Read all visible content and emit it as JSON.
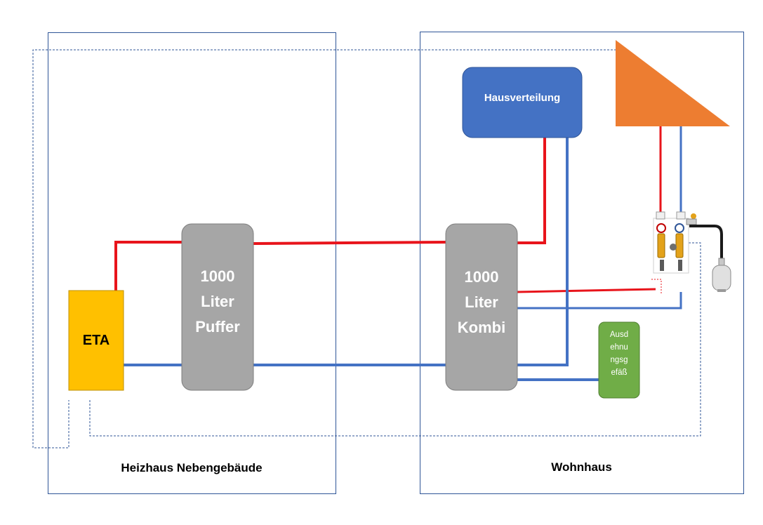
{
  "colors": {
    "hot_line": "#e8141b",
    "cold_line": "#4472c4",
    "building_border": "#2f5597",
    "dashed_line": "#2f5597",
    "eta_fill": "#ffc000",
    "tank_fill": "#a6a6a6",
    "hausverteilung_fill": "#4472c4",
    "ausdehnung_fill": "#70ad47",
    "roof_fill": "#ed7d31"
  },
  "buildings": {
    "left_label": "Heizhaus Nebengebäude",
    "right_label": "Wohnhaus"
  },
  "components": {
    "eta": "ETA",
    "puffer": {
      "line1": "1000",
      "line2": "Liter",
      "line3": "Puffer"
    },
    "kombi": {
      "line1": "1000",
      "line2": "Liter",
      "line3": "Kombi"
    },
    "hausverteilung": "Hausverteilung",
    "ausdehnung": {
      "line1": "Ausd",
      "line2": "ehnu",
      "line3": "ngsg",
      "line4": "efäß"
    }
  },
  "icons": {
    "roof": "solar-collector-roof-icon",
    "pump_station": "pump-station-icon",
    "expansion_vessel": "expansion-vessel-icon"
  }
}
